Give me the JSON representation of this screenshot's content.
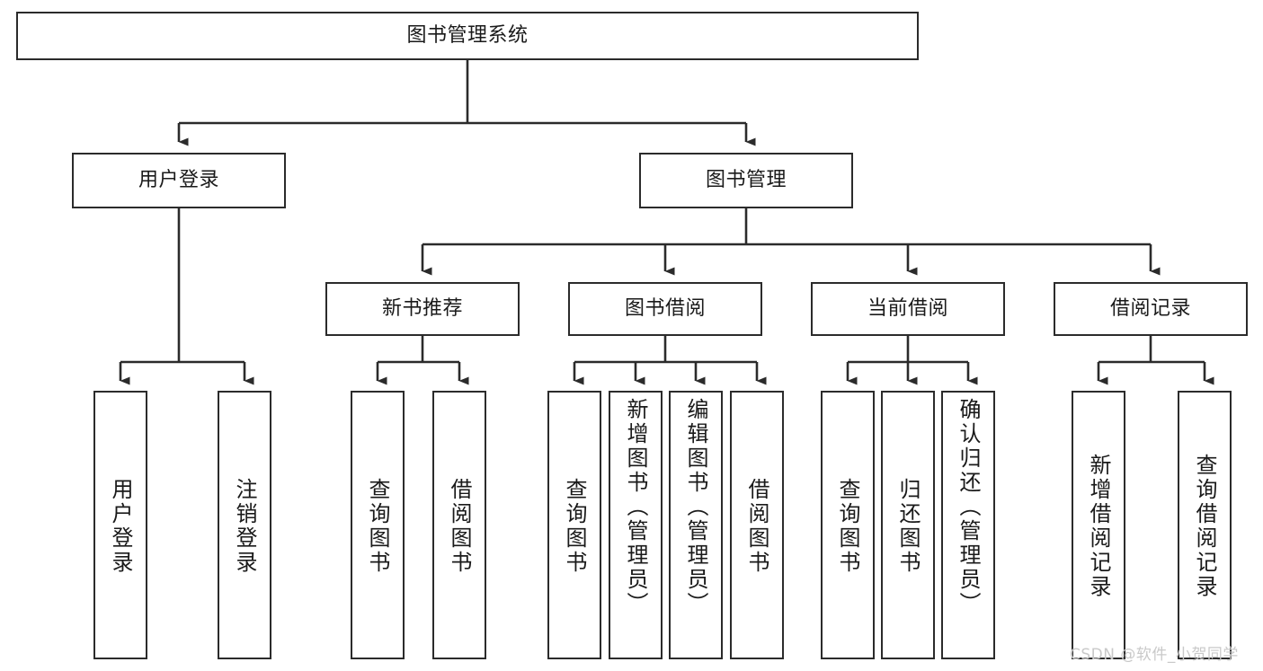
{
  "diagram": {
    "title": "图书管理系统",
    "type": "hierarchy-tree",
    "watermark": "CSDN @软件_小贺同学",
    "colors": {
      "box_border": "#2b2b2b",
      "box_fill": "#ffffff",
      "connector": "#2b2b2b",
      "text": "#1a1a1a",
      "watermark": "#c9c9c9"
    },
    "root": {
      "label": "图书管理系统"
    },
    "level2": [
      {
        "id": "user-login",
        "label": "用户登录"
      },
      {
        "id": "book-management",
        "label": "图书管理"
      }
    ],
    "level3": [
      {
        "id": "new-book-recommend",
        "label": "新书推荐"
      },
      {
        "id": "book-borrow",
        "label": "图书借阅"
      },
      {
        "id": "current-borrow",
        "label": "当前借阅"
      },
      {
        "id": "borrow-record",
        "label": "借阅记录"
      }
    ],
    "leaves": {
      "user-login": [
        {
          "id": "leaf-user-login",
          "label": "用户登录"
        },
        {
          "id": "leaf-logout-login",
          "label": "注销登录"
        }
      ],
      "new-book-recommend": [
        {
          "id": "leaf-query-book-1",
          "label": "查询图书"
        },
        {
          "id": "leaf-borrow-book-1",
          "label": "借阅图书"
        }
      ],
      "book-borrow": [
        {
          "id": "leaf-query-book-2",
          "label": "查询图书"
        },
        {
          "id": "leaf-add-book",
          "label": "新增图书（管理员）"
        },
        {
          "id": "leaf-edit-book",
          "label": "编辑图书（管理员）"
        },
        {
          "id": "leaf-borrow-book-2",
          "label": "借阅图书"
        }
      ],
      "current-borrow": [
        {
          "id": "leaf-query-book-3",
          "label": "查询图书"
        },
        {
          "id": "leaf-return-book",
          "label": "归还图书"
        },
        {
          "id": "leaf-confirm-return",
          "label": "确认归还（管理员）"
        }
      ],
      "borrow-record": [
        {
          "id": "leaf-add-record",
          "label": "新增借阅记录"
        },
        {
          "id": "leaf-query-record",
          "label": "查询借阅记录"
        }
      ]
    }
  }
}
